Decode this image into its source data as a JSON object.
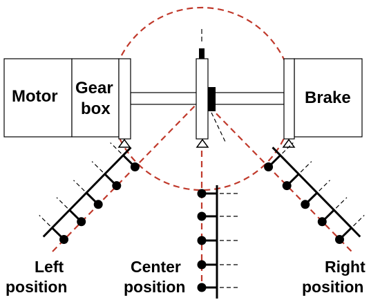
{
  "components": {
    "motor": "Motor",
    "gearbox_line1": "Gear",
    "gearbox_line2": "box",
    "brake": "Brake"
  },
  "positions": {
    "left_line1": "Left",
    "left_line2": "position",
    "center_line1": "Center",
    "center_line2": "position",
    "right_line1": "Right",
    "right_line2": "position"
  },
  "colors": {
    "trajectory": "#c0392b",
    "structure": "#000000",
    "background": "#ffffff"
  },
  "icons": [
    "support-triangle-icon",
    "sensor-pin-icon"
  ]
}
